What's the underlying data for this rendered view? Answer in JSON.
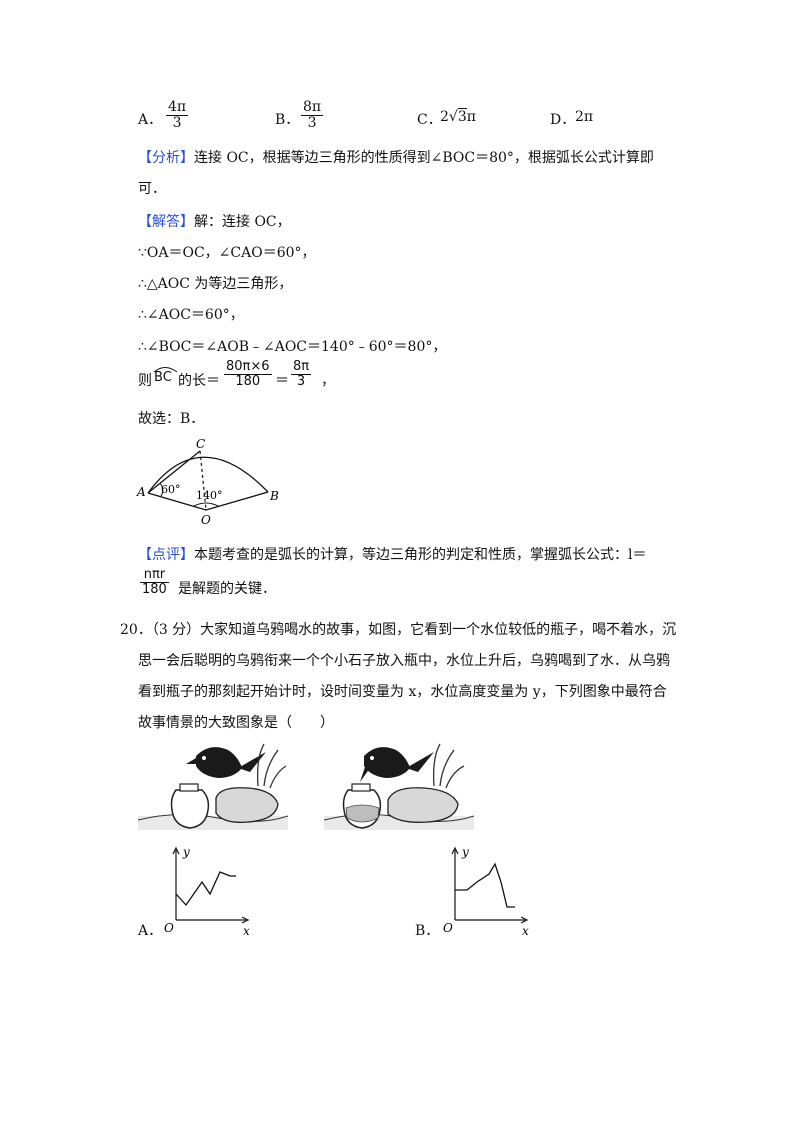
{
  "choices19": {
    "a_label": "A．",
    "a_num": "4π",
    "a_den": "3",
    "b_label": "B．",
    "b_num": "8π",
    "b_den": "3",
    "c_label": "C．",
    "c_pre": "2",
    "c_rad": "3",
    "c_post": "π",
    "d_label": "D．",
    "d_val": "2π"
  },
  "analysis": {
    "tag": "【分析】",
    "text1": "连接 OC，根据等边三角形的性质得到∠BOC＝80°，根据弧长公式计算即",
    "text2": "可．"
  },
  "answer": {
    "tag": "【解答】",
    "line0": "解：连接 OC，",
    "line1": "∵OA＝OC，∠CAO＝60°，",
    "line2": "∴△AOC 为等边三角形，",
    "line3": "∴∠AOC＝60°，",
    "line4": "∴∠BOC＝∠AOB﹣∠AOC＝140°﹣60°＝80°，",
    "line5_pre": "则",
    "line5_arc": "BC",
    "line5_mid": "的长＝",
    "line5_num": "80π×6",
    "line5_den": "180",
    "line5_eq": "＝",
    "line5_num2": "8π",
    "line5_den2": "3",
    "line5_end": "，",
    "line6": "故选：B．"
  },
  "figure19": {
    "C": "C",
    "A": "A",
    "B": "B",
    "O": "O",
    "angle_a": "60°",
    "angle_o": "140°"
  },
  "comment": {
    "tag": "【点评】",
    "text1": "本题考查的是弧长的计算，等边三角形的判定和性质，掌握弧长公式：l＝",
    "num": "nπr",
    "den": "180",
    "text2": "是解题的关键．"
  },
  "q20": {
    "line1": "20．（3 分）大家知道乌鸦喝水的故事，如图，它看到一个水位较低的瓶子，喝不着水，沉",
    "line2": "思一会后聪明的乌鸦衔来一个个小石子放入瓶中，水位上升后，乌鸦喝到了水．从乌鸦",
    "line3": "看到瓶子的那刻起开始计时，设时间变量为 x，水位高度变量为 y，下列图象中最符合",
    "line4": "故事情景的大致图象是（　　）"
  },
  "graphs": {
    "a_label": "A．",
    "b_label": "B．",
    "y": "y",
    "x": "x",
    "o": "O"
  }
}
